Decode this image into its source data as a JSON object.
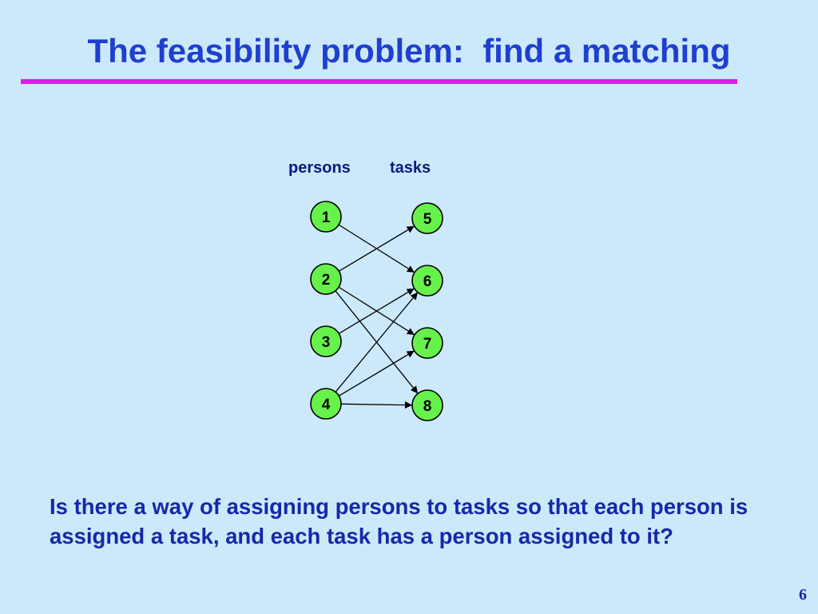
{
  "slide": {
    "title": "The feasibility problem:  find a matching",
    "page_number": "6",
    "question": "Is there a way of assigning persons to tasks so that each person is assigned a task, and each task has a person assigned to it?"
  },
  "diagram": {
    "left_label": "persons",
    "right_label": "tasks",
    "persons": [
      "1",
      "2",
      "3",
      "4"
    ],
    "tasks": [
      "5",
      "6",
      "7",
      "8"
    ],
    "edges": [
      [
        "1",
        "6"
      ],
      [
        "2",
        "5"
      ],
      [
        "2",
        "7"
      ],
      [
        "2",
        "8"
      ],
      [
        "3",
        "6"
      ],
      [
        "4",
        "6"
      ],
      [
        "4",
        "7"
      ],
      [
        "4",
        "8"
      ]
    ]
  },
  "colors": {
    "background": "#cce9fb",
    "title": "#1f3fd0",
    "rule": "#e01be8",
    "node_fill": "#66f24a"
  }
}
